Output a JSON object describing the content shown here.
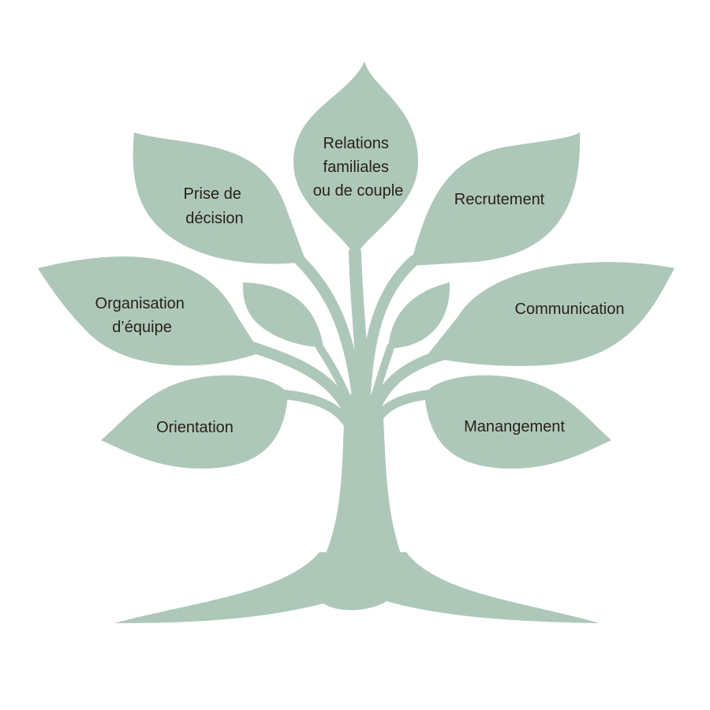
{
  "colors": {
    "leaf": "#adc7b9",
    "text": "#2a211c"
  },
  "leaves": {
    "relations": {
      "lines": [
        "Relations",
        "familiales",
        "ou de couple"
      ]
    },
    "decision": {
      "lines": [
        "Prise de",
        "décision"
      ]
    },
    "recrutement": {
      "lines": [
        "Recrutement"
      ]
    },
    "organisation": {
      "lines": [
        "Organisation",
        "d’équipe"
      ]
    },
    "communication": {
      "lines": [
        "Communication"
      ]
    },
    "orientation": {
      "lines": [
        "Orientation"
      ]
    },
    "management": {
      "lines": [
        "Manangement"
      ]
    }
  }
}
